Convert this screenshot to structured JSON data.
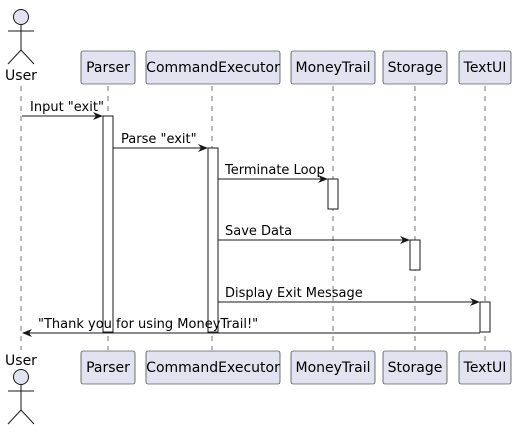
{
  "colors": {
    "participant_fill": "#E2E2F0",
    "participant_stroke": "#181818",
    "lifeline": "#181818",
    "activation_fill": "#FFFFFF",
    "arrow": "#181818",
    "text": "#000000"
  },
  "actor": {
    "label": "User",
    "icon": "stick-figure-icon"
  },
  "participants": {
    "parser": "Parser",
    "command_executor": "CommandExecutor",
    "money_trail": "MoneyTrail",
    "storage": "Storage",
    "text_ui": "TextUI"
  },
  "messages": {
    "m1": "Input \"exit\"",
    "m2": "Parse \"exit\"",
    "m3": "Terminate Loop",
    "m4": "Save Data",
    "m5": "Display Exit Message",
    "m6": "\"Thank you for using MoneyTrail!\""
  }
}
